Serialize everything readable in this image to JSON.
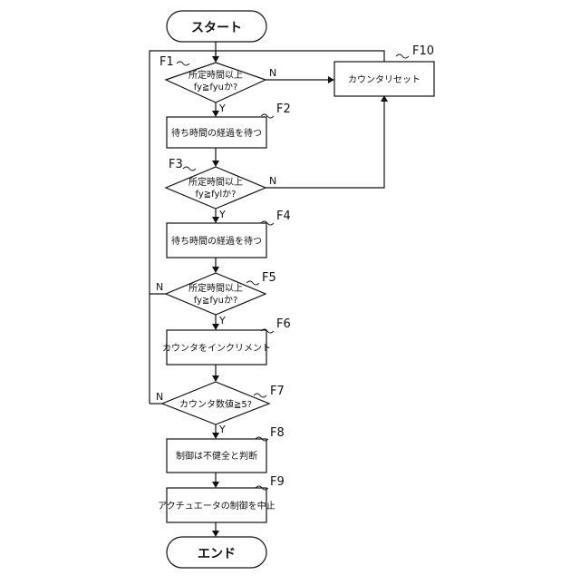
{
  "flowchart": {
    "start": "スタート",
    "end": "エンド",
    "yes": "Y",
    "no": "N",
    "f1": {
      "tag": "F1",
      "line1": "所定時間以上",
      "line2": "fy≧fyuか?"
    },
    "f2": {
      "tag": "F2",
      "text": "待ち時間の経過を待つ"
    },
    "f3": {
      "tag": "F3",
      "line1": "所定時間以上",
      "line2": "fy≧fylか?"
    },
    "f4": {
      "tag": "F4",
      "text": "待ち時間の経過を待つ"
    },
    "f5": {
      "tag": "F5",
      "line1": "所定時間以上",
      "line2": "fy≧fyuか?"
    },
    "f6": {
      "tag": "F6",
      "text": "カウンタをインクリメント"
    },
    "f7": {
      "tag": "F7",
      "text": "カウンタ数値≧5?"
    },
    "f8": {
      "tag": "F8",
      "text": "制御は不健全と判断"
    },
    "f9": {
      "tag": "F9",
      "text": "アクチュエータの制御を中止"
    },
    "f10": {
      "tag": "F10",
      "text": "カウンタリセット"
    }
  }
}
